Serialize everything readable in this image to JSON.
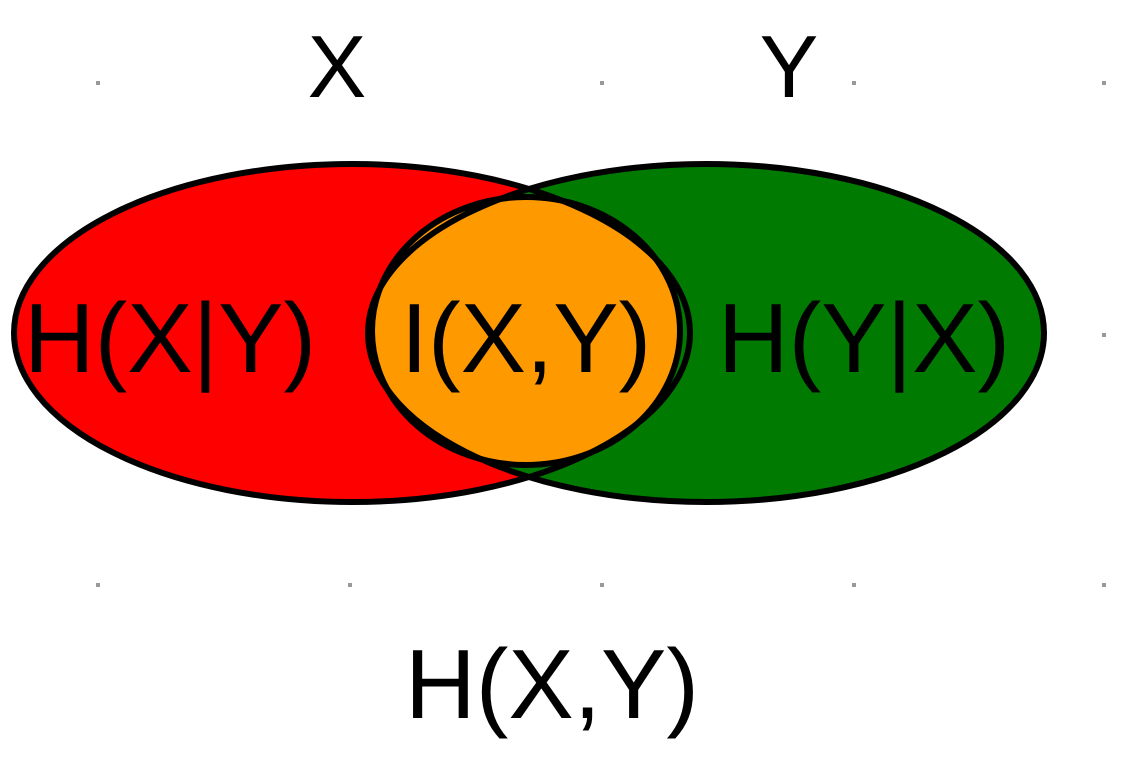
{
  "labels": {
    "set_x": "X",
    "set_y": "Y",
    "conditional_x_given_y": "H(X|Y)",
    "mutual_information": "I(X,Y)",
    "conditional_y_given_x": "H(Y|X)",
    "joint_entropy": "H(X,Y)"
  },
  "colors": {
    "x_only_region": "#ff0000",
    "y_only_region": "#007a00",
    "intersection_region": "#ff9900",
    "outline": "#000000",
    "grid_dot": "#999999"
  }
}
